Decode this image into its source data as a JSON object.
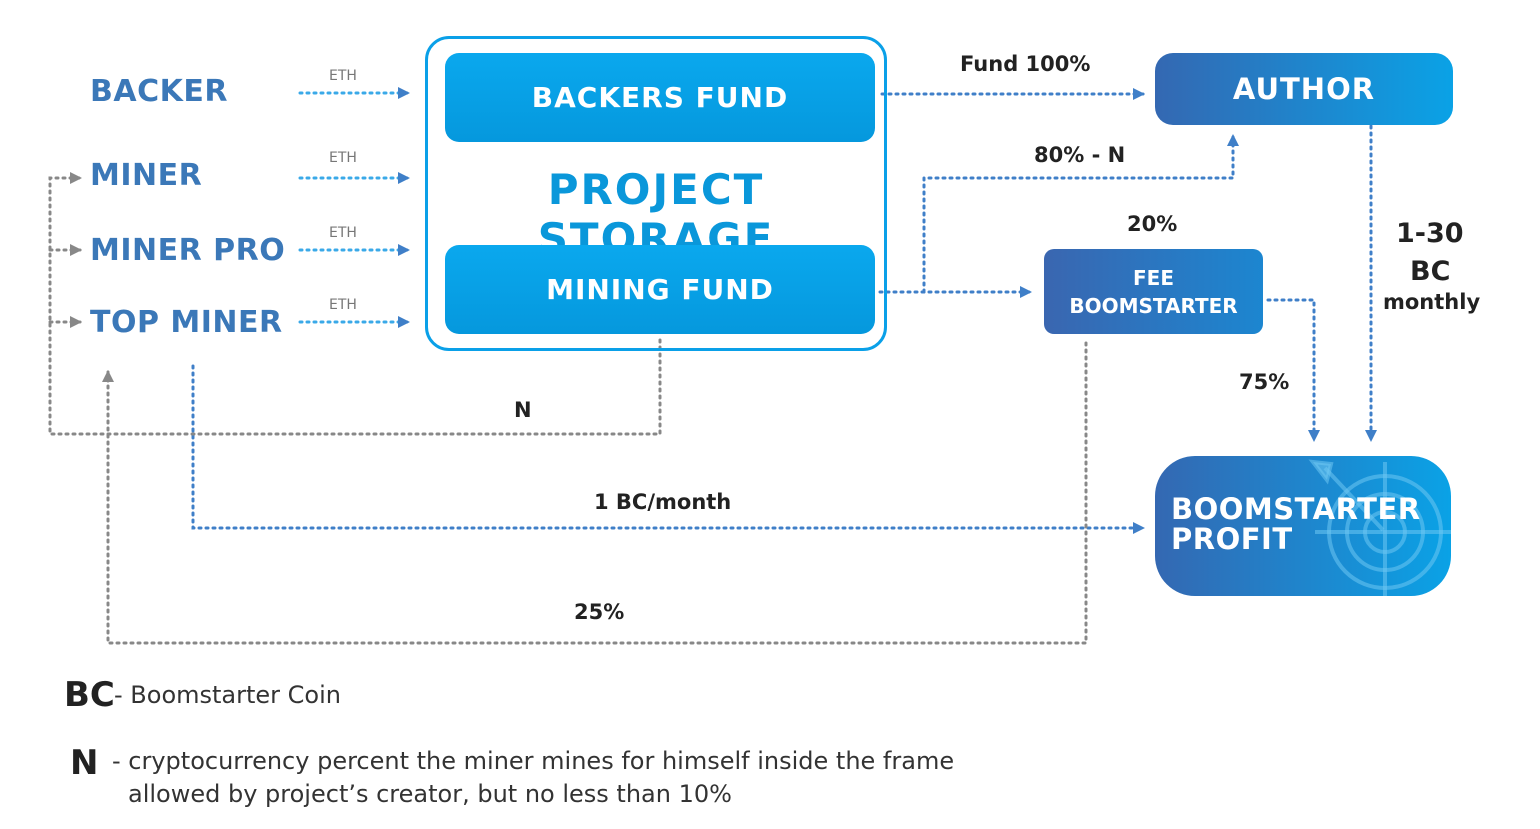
{
  "actors": {
    "backer": "BACKER",
    "miner": "MINER",
    "miner_pro": "MINER PRO",
    "top_miner": "TOP MINER"
  },
  "eth_label": "ETH",
  "storage": {
    "title": "PROJECT STORAGE",
    "backers_fund": "BACKERS FUND",
    "mining_fund": "MINING FUND"
  },
  "author": "AUTHOR",
  "fee": {
    "line1": "FEE",
    "line2": "BOOMSTARTER"
  },
  "profit": {
    "line1": "BOOMSTARTER",
    "line2": "PROFIT"
  },
  "flow_labels": {
    "fund_100": "Fund 100%",
    "pct_80_n": "80% - N",
    "pct_20": "20%",
    "range": "1-30",
    "bc": "BC",
    "monthly": "monthly",
    "pct_75": "75%",
    "n": "N",
    "bc_month": "1 BC/month",
    "pct_25": "25%"
  },
  "legend": {
    "bc_key": "BC",
    "bc_text": "- Boomstarter Coin",
    "n_key": "N",
    "n_text_1": "- cryptocurrency percent the miner mines for himself inside the frame",
    "n_text_2": "allowed by project’s creator, but no less than 10%"
  },
  "colors": {
    "blue_arrow": "#3f7fc8",
    "gray_arrow": "#888888",
    "cyan_box": "#0aa2e6",
    "dark_blue": "#3468b2"
  }
}
